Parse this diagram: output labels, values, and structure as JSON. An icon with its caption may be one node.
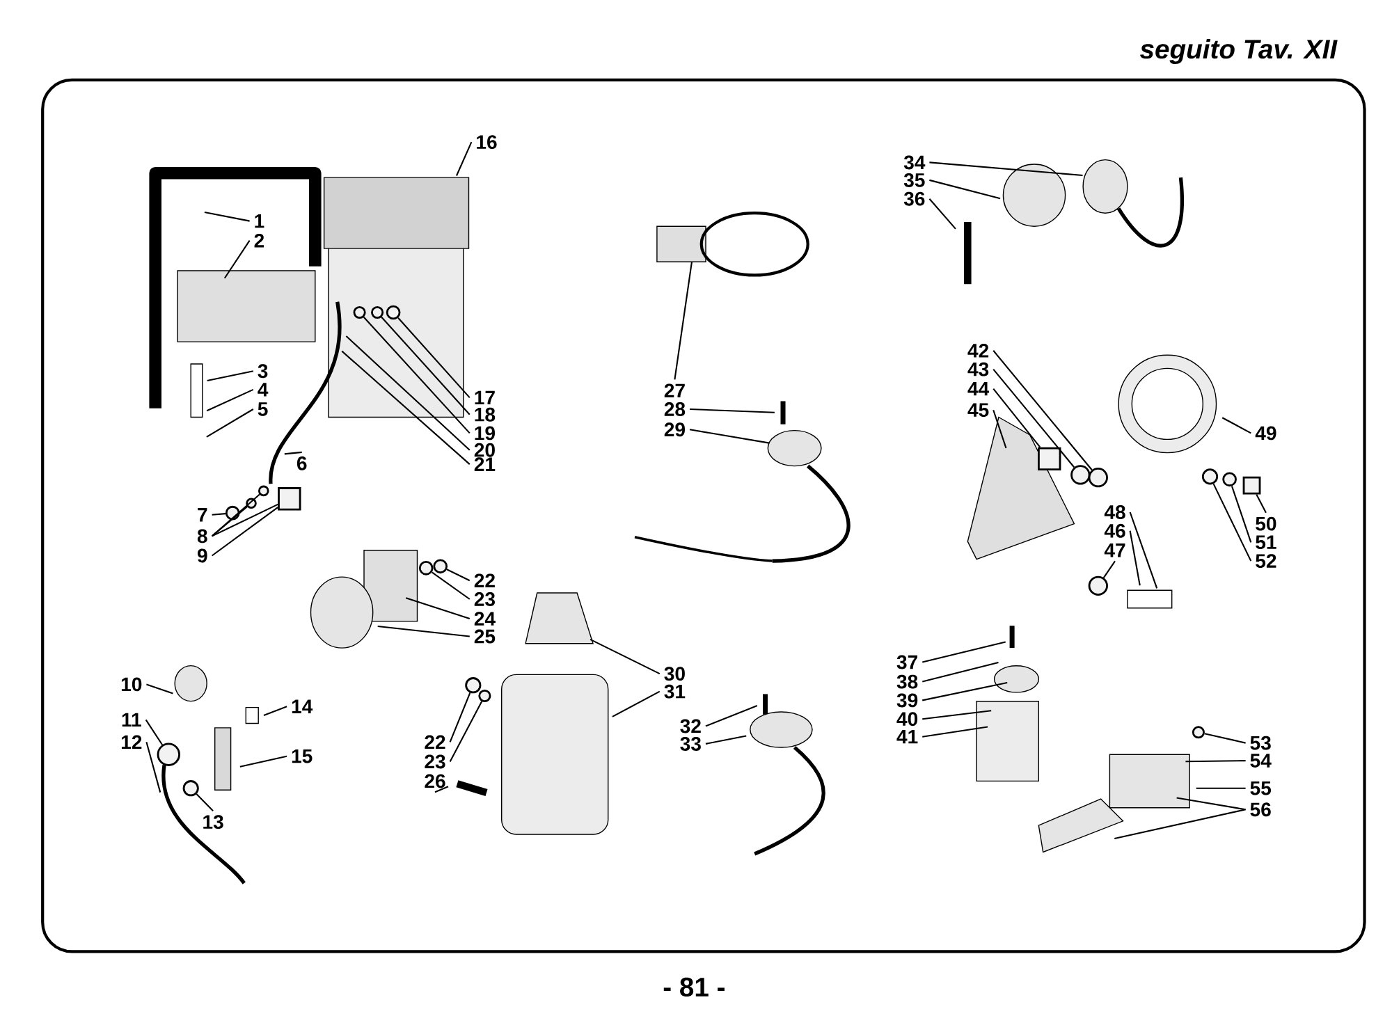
{
  "diagram": {
    "nodes": [
      {
        "text": [
          "1"
        ]
      },
      {
        "text": [
          "2"
        ]
      },
      {
        "text": [
          "3"
        ]
      },
      {
        "text": [
          "4"
        ]
      },
      {
        "text": [
          "5"
        ]
      },
      {
        "text": [
          "6"
        ]
      },
      {
        "text": [
          "7"
        ]
      },
      {
        "text": [
          "8"
        ]
      },
      {
        "text": [
          "9"
        ]
      },
      {
        "text": [
          "16"
        ]
      },
      {
        "text": [
          "17"
        ]
      },
      {
        "text": [
          "18"
        ]
      },
      {
        "text": [
          "19"
        ]
      },
      {
        "text": [
          "20"
        ]
      },
      {
        "text": [
          "21"
        ]
      },
      {
        "text": [
          "22"
        ]
      },
      {
        "text": [
          "23"
        ]
      },
      {
        "text": [
          "24"
        ]
      },
      {
        "text": [
          "25"
        ]
      },
      {
        "text": [
          "10"
        ]
      },
      {
        "text": [
          "11"
        ]
      },
      {
        "text": [
          "12"
        ]
      },
      {
        "text": [
          "13"
        ]
      },
      {
        "text": [
          "14"
        ]
      },
      {
        "text": [
          "15"
        ]
      },
      {
        "text": [
          "22"
        ]
      },
      {
        "text": [
          "23"
        ]
      },
      {
        "text": [
          "26"
        ]
      },
      {
        "text": [
          "30"
        ]
      },
      {
        "text": [
          "31"
        ]
      },
      {
        "text": [
          "27"
        ]
      },
      {
        "text": [
          "28"
        ]
      },
      {
        "text": [
          "29"
        ]
      },
      {
        "text": [
          "32"
        ]
      },
      {
        "text": [
          "33"
        ]
      },
      {
        "text": [
          "34"
        ]
      },
      {
        "text": [
          "35"
        ]
      },
      {
        "text": [
          "36"
        ]
      },
      {
        "text": [
          "42"
        ]
      },
      {
        "text": [
          "43"
        ]
      },
      {
        "text": [
          "44"
        ]
      },
      {
        "text": [
          "45"
        ]
      },
      {
        "text": [
          "49"
        ]
      },
      {
        "text": [
          "48"
        ]
      },
      {
        "text": [
          "46"
        ]
      },
      {
        "text": [
          "47"
        ]
      },
      {
        "text": [
          "50"
        ]
      },
      {
        "text": [
          "51"
        ]
      },
      {
        "text": [
          "52"
        ]
      },
      {
        "text": [
          "37"
        ]
      },
      {
        "text": [
          "38"
        ]
      },
      {
        "text": [
          "39"
        ]
      },
      {
        "text": [
          "40"
        ]
      },
      {
        "text": [
          "41"
        ]
      },
      {
        "text": [
          "53"
        ]
      },
      {
        "text": [
          "54"
        ]
      },
      {
        "text": [
          "55"
        ]
      },
      {
        "text": [
          "56"
        ]
      },
      {
        "text": [],
        "shape": "circle"
      },
      {
        "text": [],
        "shape": "circle"
      },
      {
        "text": [],
        "shape": "circle"
      },
      {
        "text": [],
        "shape": "circle"
      },
      {
        "text": [],
        "shape": "circle"
      },
      {
        "text": [],
        "shape": "circle"
      },
      {
        "text": [],
        "shape": "circle"
      },
      {
        "text": [],
        "shape": "circle"
      },
      {
        "text": [],
        "shape": "circle"
      },
      {
        "text": [],
        "shape": "circle"
      },
      {
        "text": [],
        "shape": "circle"
      },
      {
        "text": [],
        "shape": "circle"
      },
      {
        "text": [],
        "shape": "circle"
      },
      {
        "text": [],
        "shape": "circle"
      },
      {
        "text": [],
        "shape": "circle"
      },
      {
        "text": [],
        "shape": "circle"
      },
      {
        "text": [],
        "shape": "circle"
      },
      {
        "text": [],
        "shape": "circle"
      },
      {
        "text": [],
        "shape": "box"
      },
      {
        "text": [],
        "shape": "box"
      },
      {
        "text": [],
        "shape": "box"
      }
    ],
    "edges": [
      {
        "from": 0,
        "to": null,
        "arrow": "none"
      },
      {
        "from": 1,
        "to": null,
        "arrow": "none"
      },
      {
        "from": 2,
        "to": null,
        "arrow": "none"
      },
      {
        "from": 3,
        "to": null,
        "arrow": "none"
      },
      {
        "from": 4,
        "to": null,
        "arrow": "none"
      },
      {
        "from": 5,
        "to": null,
        "arrow": "none"
      },
      {
        "from": 6,
        "to": 58,
        "arrow": "none"
      },
      {
        "from": 7,
        "to": 59,
        "arrow": "none"
      },
      {
        "from": 7,
        "to": 60,
        "arrow": "none"
      },
      {
        "from": 7,
        "to": 78,
        "arrow": "none"
      },
      {
        "from": 8,
        "to": 78,
        "arrow": "none"
      },
      {
        "from": 9,
        "to": null,
        "arrow": "none"
      },
      {
        "from": 10,
        "to": 63,
        "arrow": "none"
      },
      {
        "from": 11,
        "to": 62,
        "arrow": "none"
      },
      {
        "from": 12,
        "to": 61,
        "arrow": "none"
      },
      {
        "from": 13,
        "to": null,
        "arrow": "none"
      },
      {
        "from": 14,
        "to": null,
        "arrow": "none"
      },
      {
        "from": 15,
        "to": 65,
        "arrow": "none"
      },
      {
        "from": 16,
        "to": 64,
        "arrow": "none"
      },
      {
        "from": 17,
        "to": null,
        "arrow": "none"
      },
      {
        "from": 18,
        "to": null,
        "arrow": "none"
      },
      {
        "from": 19,
        "to": null,
        "arrow": "none"
      },
      {
        "from": 20,
        "to": 66,
        "arrow": "none"
      },
      {
        "from": 21,
        "to": null,
        "arrow": "none"
      },
      {
        "from": 22,
        "to": 67,
        "arrow": "none"
      },
      {
        "from": 23,
        "to": null,
        "arrow": "none"
      },
      {
        "from": 24,
        "to": null,
        "arrow": "none"
      },
      {
        "from": 25,
        "to": 68,
        "arrow": "none"
      },
      {
        "from": 26,
        "to": 69,
        "arrow": "none"
      },
      {
        "from": 27,
        "to": null,
        "arrow": "none"
      },
      {
        "from": 28,
        "to": null,
        "arrow": "none"
      },
      {
        "from": 29,
        "to": null,
        "arrow": "none"
      },
      {
        "from": 30,
        "to": null,
        "arrow": "none"
      },
      {
        "from": 31,
        "to": null,
        "arrow": "none"
      },
      {
        "from": 32,
        "to": null,
        "arrow": "none"
      },
      {
        "from": 33,
        "to": null,
        "arrow": "none"
      },
      {
        "from": 34,
        "to": null,
        "arrow": "none"
      },
      {
        "from": 35,
        "to": null,
        "arrow": "none"
      },
      {
        "from": 36,
        "to": null,
        "arrow": "none"
      },
      {
        "from": 37,
        "to": null,
        "arrow": "none"
      },
      {
        "from": 38,
        "to": 71,
        "arrow": "none"
      },
      {
        "from": 39,
        "to": 70,
        "arrow": "none"
      },
      {
        "from": 40,
        "to": 76,
        "arrow": "none"
      },
      {
        "from": 41,
        "to": null,
        "arrow": "none"
      },
      {
        "from": 42,
        "to": null,
        "arrow": "none"
      },
      {
        "from": 43,
        "to": null,
        "arrow": "none"
      },
      {
        "from": 44,
        "to": null,
        "arrow": "none"
      },
      {
        "from": 45,
        "to": 72,
        "arrow": "none"
      },
      {
        "from": 46,
        "to": 77,
        "arrow": "none"
      },
      {
        "from": 47,
        "to": 74,
        "arrow": "none"
      },
      {
        "from": 48,
        "to": 73,
        "arrow": "none"
      },
      {
        "from": 49,
        "to": null,
        "arrow": "none"
      },
      {
        "from": 50,
        "to": null,
        "arrow": "none"
      },
      {
        "from": 51,
        "to": null,
        "arrow": "none"
      },
      {
        "from": 52,
        "to": null,
        "arrow": "none"
      },
      {
        "from": 53,
        "to": null,
        "arrow": "none"
      },
      {
        "from": 54,
        "to": 75,
        "arrow": "none"
      },
      {
        "from": 55,
        "to": null,
        "arrow": "none"
      },
      {
        "from": 56,
        "to": null,
        "arrow": "none"
      },
      {
        "from": 57,
        "to": null,
        "arrow": "none"
      },
      {
        "from": 57,
        "to": null,
        "arrow": "none"
      }
    ],
    "labels": [
      "seguito Tav. XII",
      "- 81 -"
    ]
  }
}
